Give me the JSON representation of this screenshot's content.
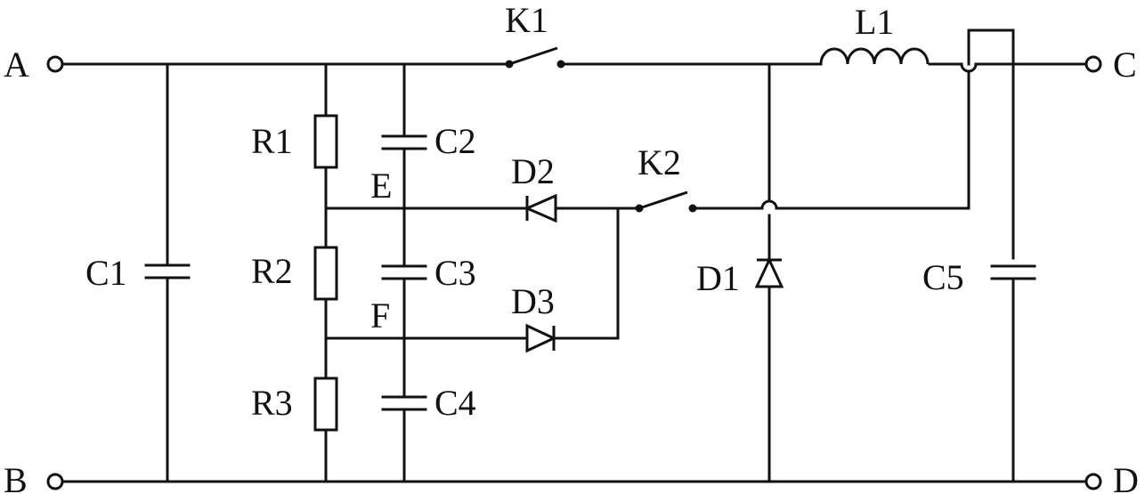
{
  "terminals": {
    "a": "A",
    "b": "B",
    "c": "C",
    "d": "D"
  },
  "nodes": {
    "e": "E",
    "f": "F"
  },
  "components": {
    "k1": "K1",
    "k2": "K2",
    "l1": "L1",
    "c1": "C1",
    "c2": "C2",
    "c3": "C3",
    "c4": "C4",
    "c5": "C5",
    "r1": "R1",
    "r2": "R2",
    "r3": "R3",
    "d1": "D1",
    "d2": "D2",
    "d3": "D3"
  }
}
